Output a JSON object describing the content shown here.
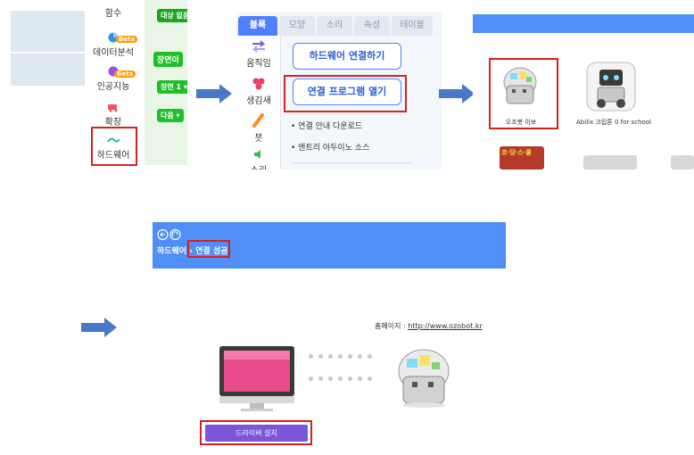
{
  "panel_categories": {
    "items": [
      {
        "label": "함수",
        "icon": "function-icon"
      },
      {
        "label": "데이터분석",
        "icon": "data-analysis-icon",
        "badge": "Beta"
      },
      {
        "label": "인공지능",
        "icon": "ai-icon",
        "badge": "Beta"
      },
      {
        "label": "확장",
        "icon": "extension-icon"
      },
      {
        "label": "하드웨어",
        "icon": "hardware-icon"
      }
    ],
    "blocks": {
      "top": "대상 없음",
      "scene": "장면이",
      "scene1": "장면 1 ▾",
      "next": "다음 ▾"
    }
  },
  "panel_hardware": {
    "tabs": [
      "블록",
      "모양",
      "소리",
      "속성",
      "테이블"
    ],
    "side": [
      "움직임",
      "생김새",
      "붓",
      "소리"
    ],
    "connect_button": "하드웨어 연결하기",
    "open_program_button": "연결 프로그램 열기",
    "links": [
      "• 연결 안내 다운로드",
      "• 엔트리 아두이노 소스"
    ]
  },
  "panel_robots": {
    "items": [
      {
        "name": "오조봇 이보"
      },
      {
        "name": "Abilix 크립톤 0 for school"
      }
    ],
    "partial_label": "코·딩·스·쿨"
  },
  "panel_success": {
    "crumb_root": "하드웨어",
    "crumb_sep": "›",
    "crumb_current": "연결 성공"
  },
  "panel_driver": {
    "homepage_label": "홈페이지 : ",
    "homepage_url": "http://www.ozobot.kr",
    "install_button": "드라이버 설치"
  },
  "colors": {
    "accent_blue": "#4f8ff7",
    "highlight_red": "#d82020",
    "arrow_blue": "#4a78c8",
    "driver_purple": "#7b56d8",
    "block_green": "#1fbf2a"
  }
}
